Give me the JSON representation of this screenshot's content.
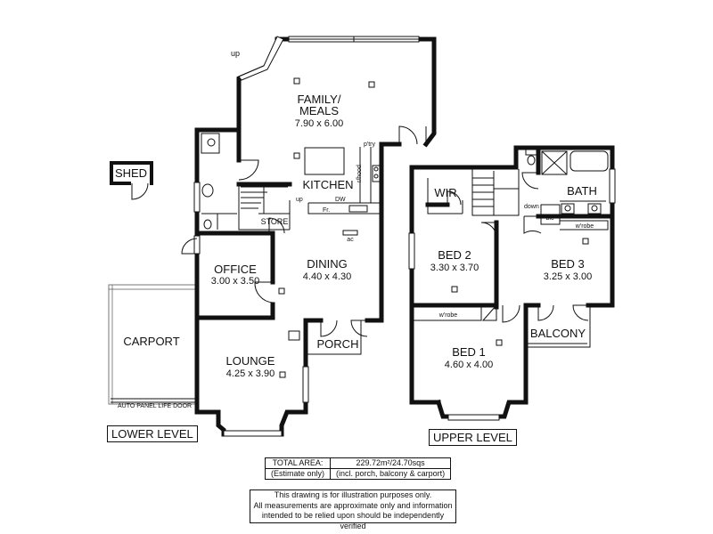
{
  "levels": {
    "lower": "LOWER LEVEL",
    "upper": "UPPER LEVEL"
  },
  "rooms": {
    "shed": "SHED",
    "family": {
      "name_line1": "FAMILY/",
      "name_line2": "MEALS",
      "dims": "7.90 x 6.00"
    },
    "kitchen": "KITCHEN",
    "store": "STORE",
    "office": {
      "name": "OFFICE",
      "dims": "3.00 x 3.50"
    },
    "dining": {
      "name": "DINING",
      "dims": "4.40 x 4.30"
    },
    "carport": "CARPORT",
    "porch": "PORCH",
    "lounge": {
      "name": "LOUNGE",
      "dims": "4.25 x 3.90"
    },
    "wir": "WIR",
    "bath": "BATH",
    "bed2": {
      "name": "BED 2",
      "dims": "3.30 x 3.70"
    },
    "bed3": {
      "name": "BED 3",
      "dims": "3.25 x 3.00"
    },
    "bed1": {
      "name": "BED 1",
      "dims": "4.60 x 4.00"
    },
    "balcony": "BALCONY"
  },
  "annotations": {
    "up_family": "up",
    "up_stair": "up",
    "down": "down",
    "pantry": "p'try",
    "rhood": "r/hood",
    "fridge": "Fr.",
    "dishwasher": "DW",
    "ac": "ac",
    "bic": "bic",
    "wrobe_bed3": "w'robe",
    "wrobe_bed1": "w'robe",
    "carport_door": "AUTO PANEL LIFE DOOR"
  },
  "area": {
    "label1": "TOTAL AREA:",
    "label2": "(Estimate only)",
    "value1": "229.72m²/24.70sqs",
    "value2": "(incl. porch, balcony & carport)"
  },
  "disclaimer": {
    "line1": "This drawing is for illustration purposes only.",
    "line2": "All measurements are approximate only and information",
    "line3": "intended to be relied upon should be independently verified"
  }
}
